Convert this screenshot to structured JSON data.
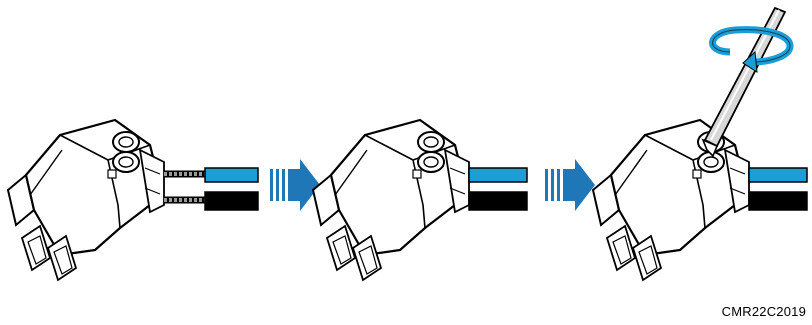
{
  "figure_code": "CMR22C2019",
  "colors": {
    "outline": "#000000",
    "body_fill": "#ffffff",
    "wire_blue": "#1a9ed8",
    "wire_black": "#000000",
    "arrow_blue": "#1f77b8",
    "rotation_arrow": "#1a9ed8",
    "screwdriver_shaft": "#c8c8c8"
  },
  "steps": [
    {
      "wires": "separated"
    },
    {
      "wires": "inserted"
    },
    {
      "wires": "inserted",
      "tool": "screwdriver"
    }
  ],
  "icons": {
    "step_arrow": "right-arrow-icon",
    "rotation": "clockwise-rotation-icon"
  }
}
